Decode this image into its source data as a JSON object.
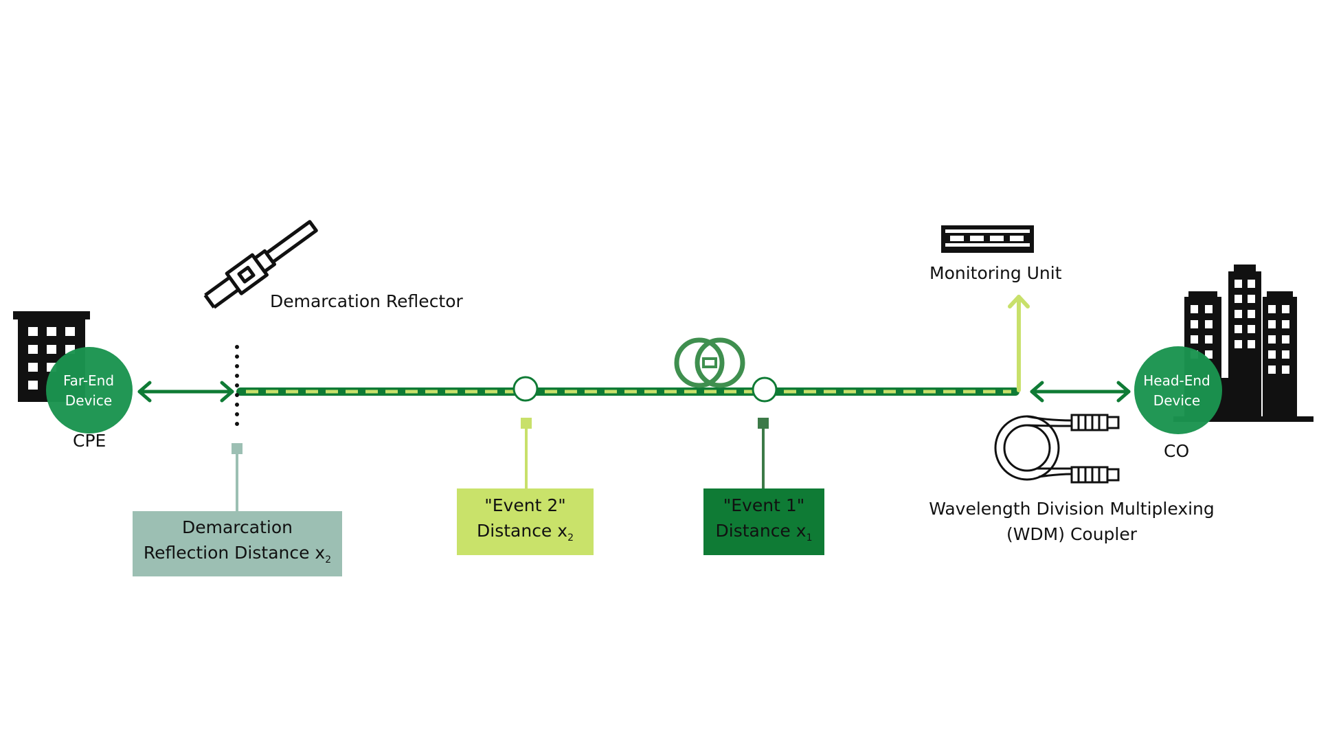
{
  "colors": {
    "dark_green": "#0f7b35",
    "mid_green": "#1e8f4a",
    "circle_green": "#1b9450",
    "coil_green": "#3f8f4f",
    "lime": "#c8e06a",
    "lime_box": "#c9e26a",
    "sage": "#9cbfb3",
    "marker_dark": "#3c7a48",
    "black": "#111111",
    "white": "#ffffff"
  },
  "icons": {
    "far_building": "building-icon",
    "co_building": "office-buildings-icon",
    "reflector": "fiber-connector-icon",
    "monitor": "monitoring-unit-icon",
    "coil": "fiber-coil-icon",
    "wdm": "wdm-coupler-icon"
  },
  "far_end": {
    "circle_line1": "Far-End",
    "circle_line2": "Device",
    "caption": "CPE"
  },
  "head_end": {
    "circle_line1": "Head-End",
    "circle_line2": "Device",
    "caption": "CO"
  },
  "demarcation_reflector": {
    "label": "Demarcation Reflector"
  },
  "monitoring_unit": {
    "label": "Monitoring Unit"
  },
  "wdm": {
    "line1": "Wavelength Division Multiplexing",
    "line2": "(WDM) Coupler"
  },
  "boxes": {
    "demarcation": {
      "line1": "Demarcation",
      "line2": "Reflection Distance x",
      "sub": "2"
    },
    "event2": {
      "line1": "\"Event 2\"",
      "line2": "Distance x",
      "sub": "2"
    },
    "event1": {
      "line1": "\"Event 1\"",
      "line2": "Distance x",
      "sub": "1"
    }
  }
}
